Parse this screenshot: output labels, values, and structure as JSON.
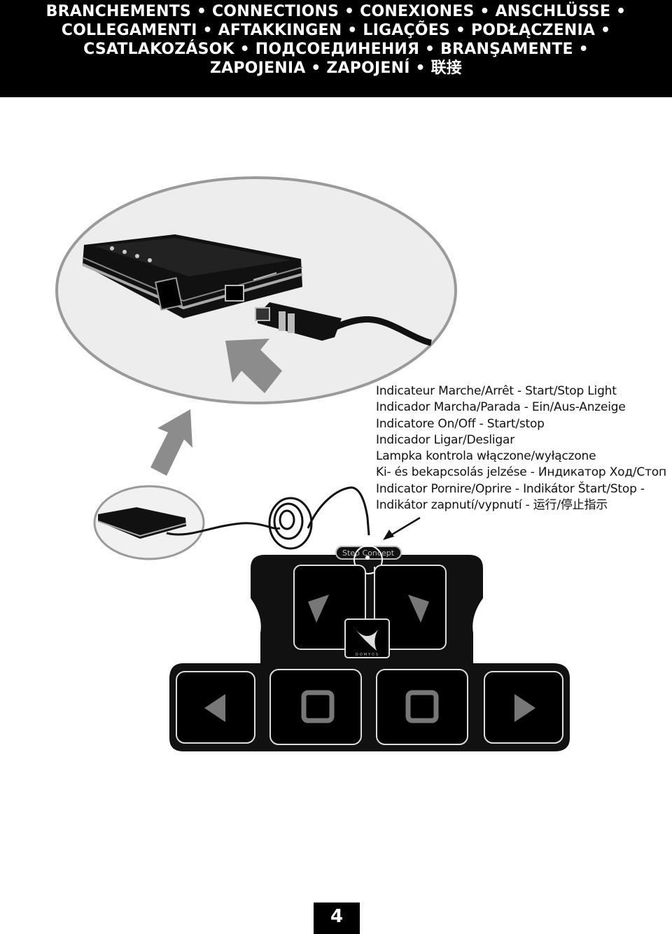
{
  "header": {
    "lines": [
      "BRANCHEMENTS • CONNECTIONS • CONEXIONES • ANSCHLÜSSE •",
      "COLLEGAMENTI • AFTAKKINGEN • LIGAÇÕES • PODŁĄCZENIA •",
      "CSATLAKOZÁSOK • ПОДСОЕДИНЕНИЯ • BRANŞAMENTE •",
      "ZAPOJENIA • ZAPOJENÍ • 联接"
    ]
  },
  "caption": {
    "lines": [
      "Indicateur Marche/Arrêt - Start/Stop Light",
      "Indicador Marcha/Parada - Ein/Aus-Anzeige",
      "Indicatore On/Off - Start/stop",
      "Indicador Ligar/Desligar",
      "Lampka kontrola włączone/wyłączone",
      "Ki- és bekapcsolás jelzése - Индикатор Ход/Стоп",
      "Indicator Pornire/Oprire - Indikátor Štart/Stop -",
      "Indikátor zapnutí/vypnutí - 运行/停止指示"
    ]
  },
  "mat": {
    "label": "Step Concept",
    "logo_text": "DOMYOS"
  },
  "page_number": "4",
  "colors": {
    "header_bg": "#000000",
    "arrow_gray": "#8c8c8c",
    "mat_black": "#111111",
    "ellipse_fill": "#ededed"
  },
  "icons": [
    "console-device",
    "usb-plug",
    "pointer-arrow",
    "coiled-cable",
    "mat-logo"
  ]
}
